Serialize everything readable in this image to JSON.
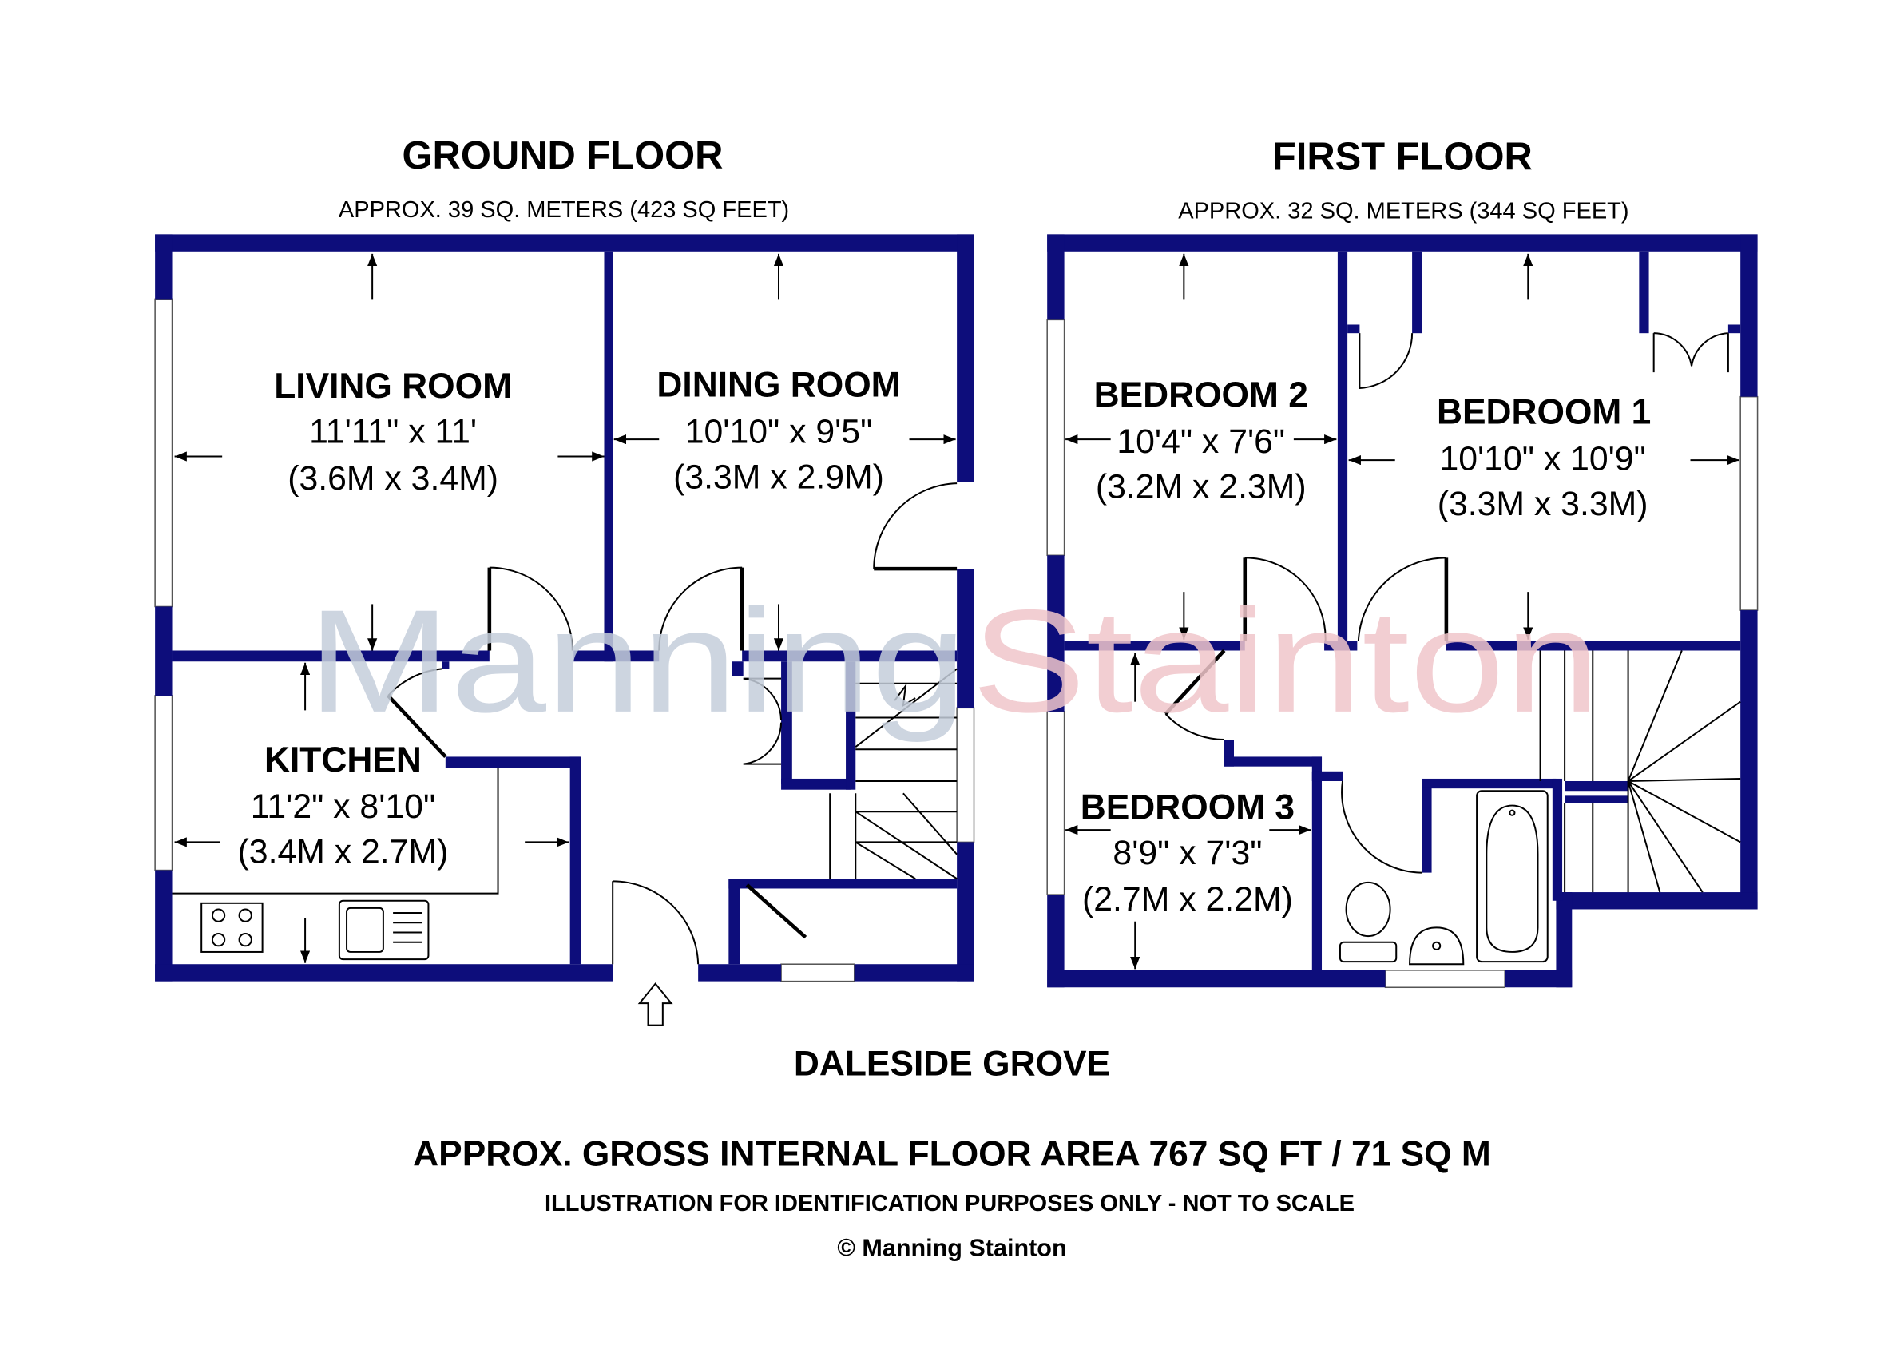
{
  "ground_floor": {
    "title": "GROUND FLOOR",
    "area": "APPROX. 39 SQ. METERS (423 SQ FEET)",
    "rooms": [
      {
        "name": "LIVING ROOM",
        "imperial": "11'11\" x 11'",
        "metric": "(3.6M x 3.4M)"
      },
      {
        "name": "DINING ROOM",
        "imperial": "10'10\" x 9'5\"",
        "metric": "(3.3M x 2.9M)"
      },
      {
        "name": "KITCHEN",
        "imperial": "11'2\" x 8'10\"",
        "metric": "(3.4M x 2.7M)"
      }
    ]
  },
  "first_floor": {
    "title": "FIRST FLOOR",
    "area": "APPROX. 32 SQ. METERS (344 SQ FEET)",
    "rooms": [
      {
        "name": "BEDROOM 2",
        "imperial": "10'4\" x 7'6\"",
        "metric": "(3.2M x 2.3M)"
      },
      {
        "name": "BEDROOM 1",
        "imperial": "10'10\" x 10'9\"",
        "metric": "(3.3M x 3.3M)"
      },
      {
        "name": "BEDROOM 3",
        "imperial": "8'9\" x 7'3\"",
        "metric": "(2.7M x 2.2M)"
      }
    ]
  },
  "street": "DALESIDE GROVE",
  "gross_area": "APPROX. GROSS INTERNAL FLOOR AREA 767 SQ FT / 71 SQ M",
  "disclaimer": "ILLUSTRATION FOR IDENTIFICATION PURPOSES ONLY - NOT TO SCALE",
  "copyright": "© Manning Stainton",
  "watermark": {
    "part1": "Manning",
    "part2": "Stainton"
  },
  "colors": {
    "walls": "#0d0d7b",
    "watermark_grey": "#c5cedb",
    "watermark_pink": "#f0c6cb"
  }
}
